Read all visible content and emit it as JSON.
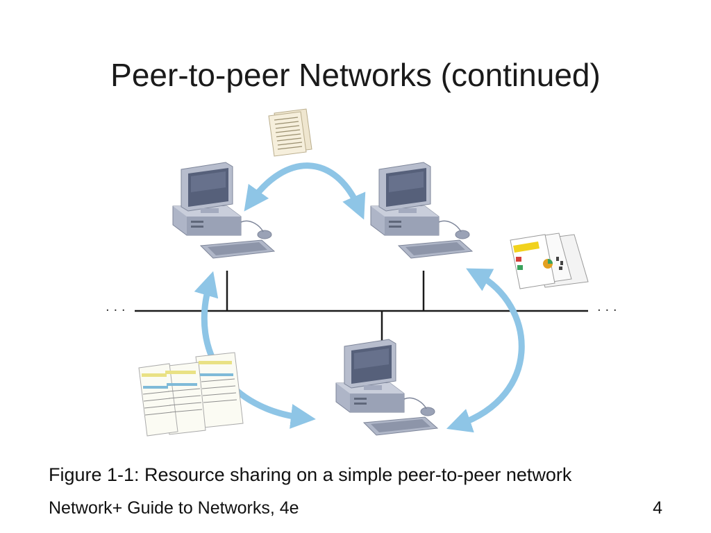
{
  "slide": {
    "title": "Peer-to-peer Networks (continued)",
    "caption": "Figure 1-1: Resource sharing on a simple peer-to-peer network",
    "footer": {
      "left": "Network+ Guide to Networks, 4e",
      "page_number": "4"
    }
  },
  "figure": {
    "nodes": [
      {
        "id": "workstation-top-left",
        "icon": "desktop-computer-icon"
      },
      {
        "id": "workstation-top-right",
        "icon": "desktop-computer-icon"
      },
      {
        "id": "workstation-bottom",
        "icon": "desktop-computer-icon"
      }
    ],
    "shared_resources": [
      {
        "id": "shared-document-top",
        "icon": "document-stack-icon"
      },
      {
        "id": "shared-report-right",
        "icon": "color-report-icon"
      },
      {
        "id": "shared-spreadsheets-left",
        "icon": "spreadsheet-stack-icon"
      }
    ],
    "bus_ellipsis": "· · ·",
    "colors": {
      "arrow": "#8ec5e6",
      "bus_line": "#1a1a1a",
      "computer_body": "#b6bccd"
    }
  }
}
